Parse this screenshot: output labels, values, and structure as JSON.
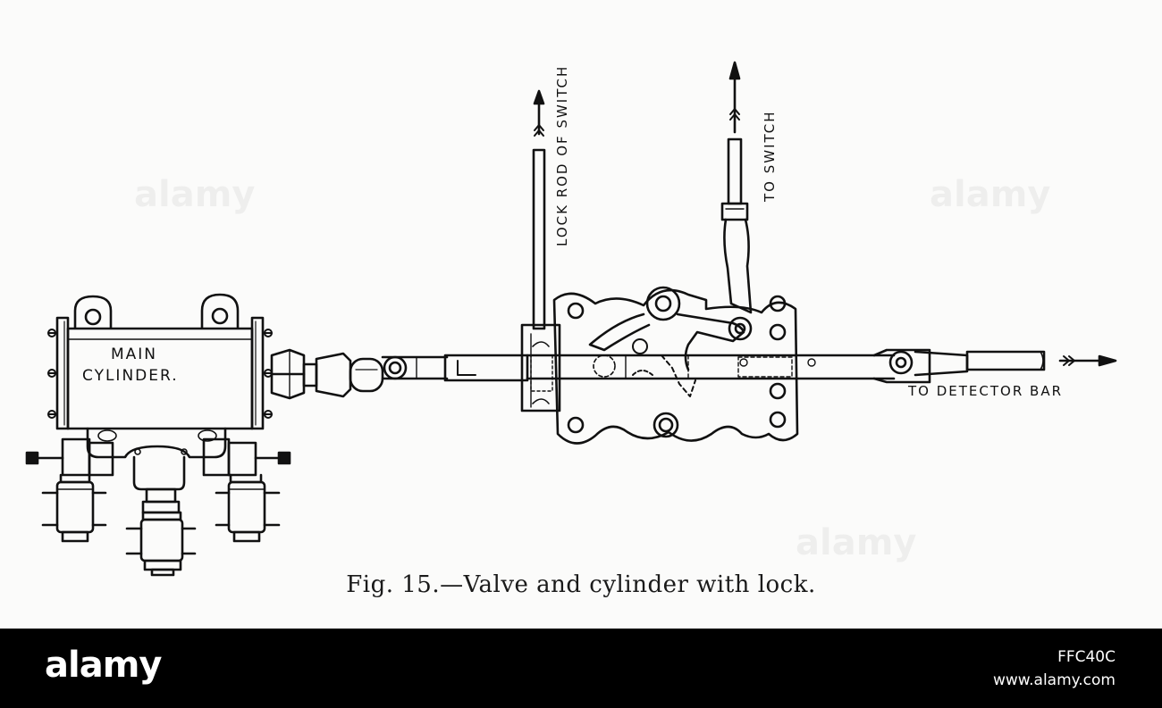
{
  "diagram": {
    "labels": {
      "main_cylinder_line1": "MAIN",
      "main_cylinder_line2": "CYLINDER.",
      "lock_rod": "LOCK ROD OF SWITCH",
      "to_switch": "TO SWITCH",
      "to_detector_bar": "TO DETECTOR BAR"
    },
    "caption": "Fig. 15.—Valve and cylinder with lock."
  },
  "watermark": {
    "text": "alamy"
  },
  "credit_bar": {
    "logo": "alamy",
    "image_id": "FFC40C",
    "site": "www.alamy.com"
  },
  "colors": {
    "ink": "#111111",
    "paper": "#fbfbfa",
    "credit_bar": "#000000"
  }
}
